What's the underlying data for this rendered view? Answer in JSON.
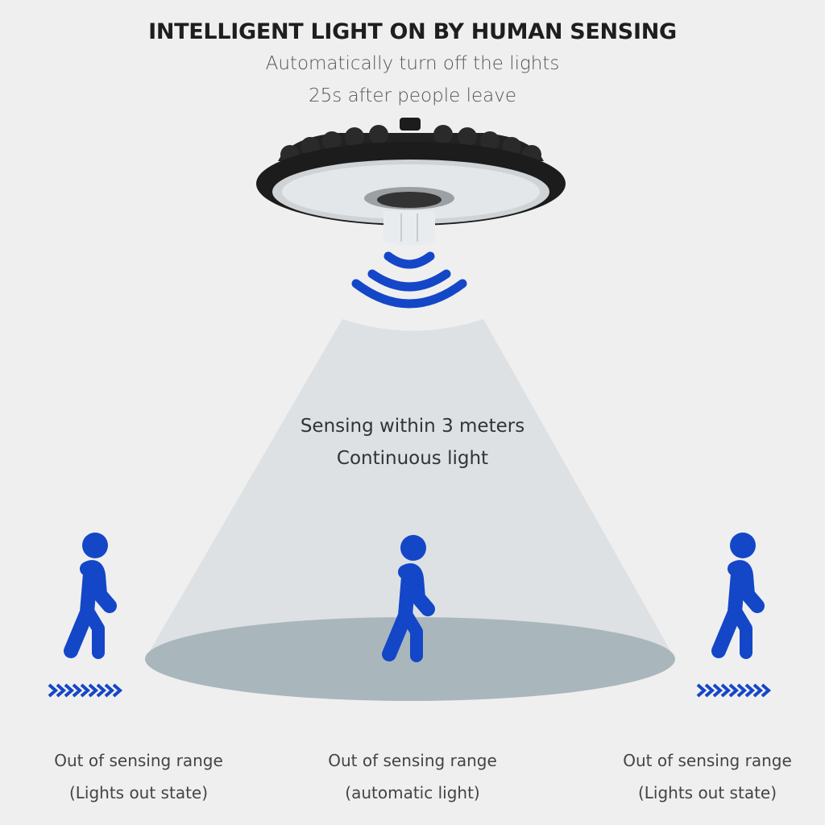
{
  "header": {
    "title": "INTELLIGENT LIGHT ON BY HUMAN SENSING",
    "subtitle_line1": "Automatically turn off the lights",
    "subtitle_line2": "25s after people leave"
  },
  "cone": {
    "line1": "Sensing within 3 meters",
    "line2": "Continuous light"
  },
  "captions": [
    {
      "line1": "Out of sensing range",
      "line2": "(Lights out state)"
    },
    {
      "line1": "Out of sensing range",
      "line2": "(automatic light)"
    },
    {
      "line1": "Out of sensing range",
      "line2": "(Lights out state)"
    }
  ],
  "colors": {
    "accent_blue": "#1446c8",
    "background": "#efefef",
    "cone": "#dde1e4",
    "floor": "#a9b7bc",
    "lamp": "#1c1c1c"
  }
}
